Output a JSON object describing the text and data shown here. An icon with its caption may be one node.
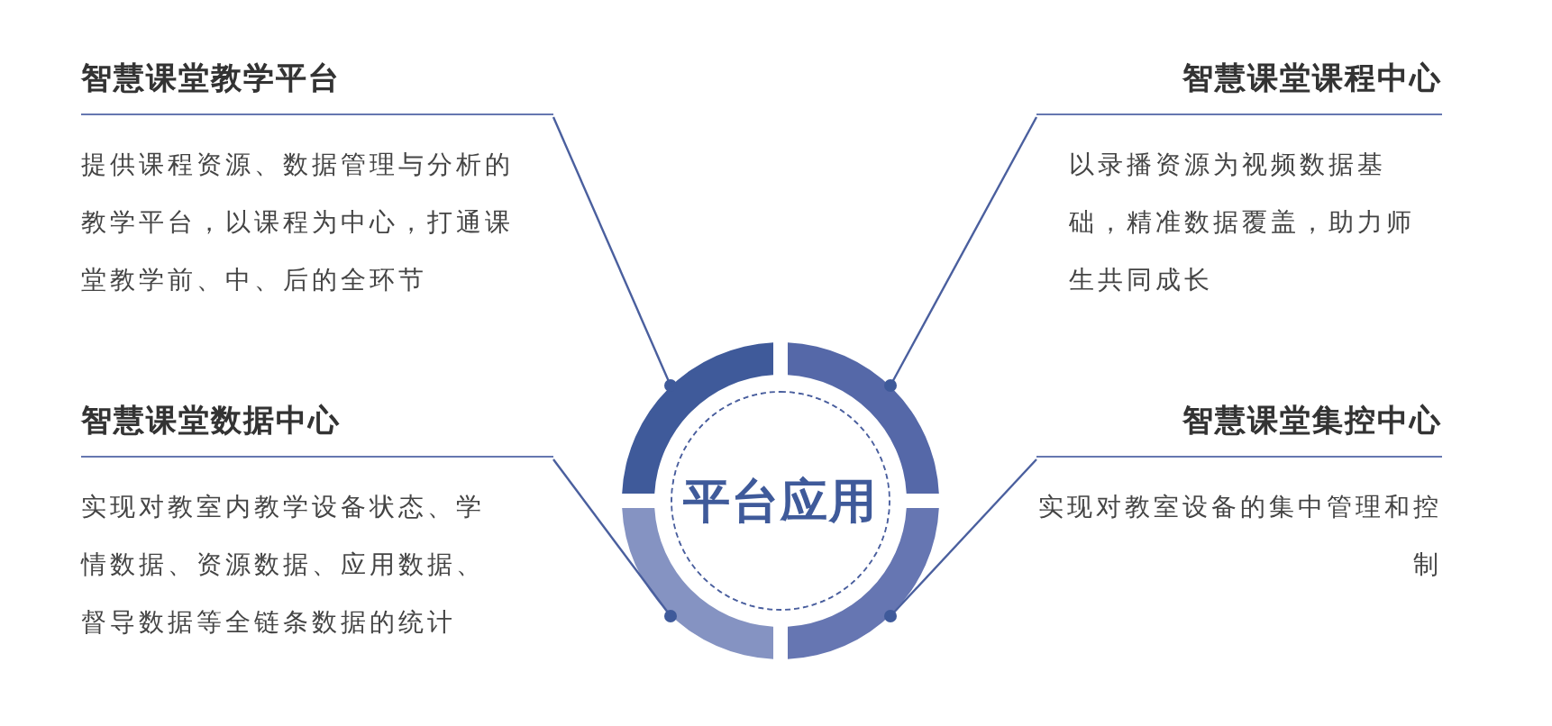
{
  "diagram": {
    "nodes": [
      {
        "text": [
          "智慧课堂教学平台",
          "提供课程资源、数据管理与分析的教学平台，以课程为中心，打通课堂教学前、中、后的全环节"
        ]
      },
      {
        "text": [
          "智慧课堂课程中心",
          "以录播资源为视频数据基础，精准数据覆盖，助力师生共同成长"
        ]
      },
      {
        "text": [
          "智慧课堂数据中心",
          "实现对教室内教学设备状态、学情数据、资源数据、应用数据、督导数据等全链条数据的统计"
        ]
      },
      {
        "text": [
          "智慧课堂集控中心",
          "实现对教室设备的集中管理和控制"
        ]
      },
      {
        "text": [
          "平台应用"
        ]
      },
      {
        "text": [],
        "shape": "arc"
      },
      {
        "text": [],
        "shape": "arc"
      },
      {
        "text": [],
        "shape": "arc"
      },
      {
        "text": [],
        "shape": "arc"
      }
    ],
    "edges": [
      {
        "from": 0,
        "to": 5,
        "arrow": "other"
      },
      {
        "from": 1,
        "to": 6,
        "arrow": "other"
      },
      {
        "from": 2,
        "to": 7,
        "arrow": "other"
      },
      {
        "from": 3,
        "to": 8,
        "arrow": "other"
      }
    ]
  }
}
